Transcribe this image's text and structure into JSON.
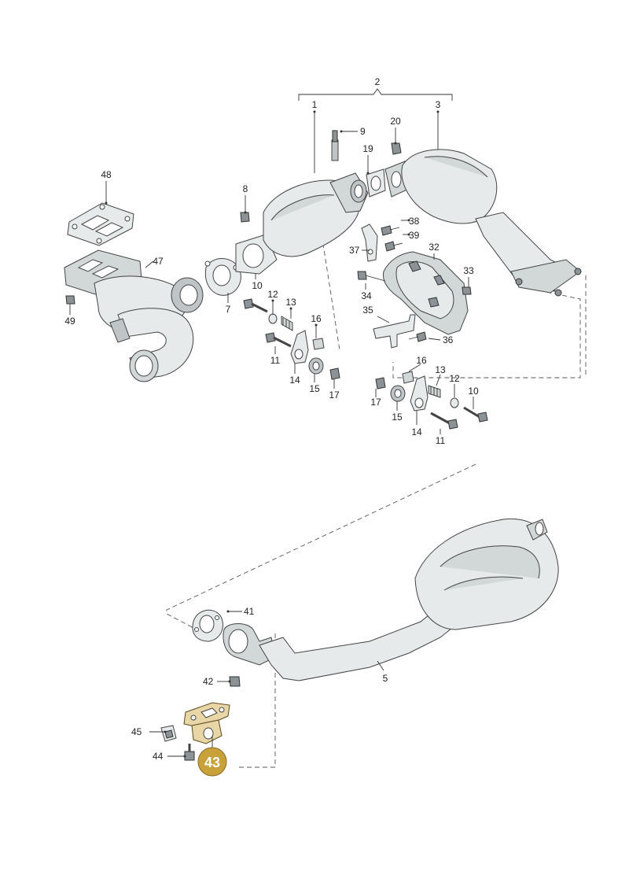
{
  "callouts": {
    "c1": "1",
    "c2": "2",
    "c3": "3",
    "c5": "5",
    "c7": "7",
    "c8": "8",
    "c9": "9",
    "c10a": "10",
    "c10b": "10",
    "c11a": "11",
    "c11b": "11",
    "c12a": "12",
    "c12b": "12",
    "c13a": "13",
    "c13b": "13",
    "c14a": "14",
    "c14b": "14",
    "c15a": "15",
    "c15b": "15",
    "c16a": "16",
    "c16b": "16",
    "c17a": "17",
    "c17b": "17",
    "c19": "19",
    "c20": "20",
    "c32": "32",
    "c33": "33",
    "c34": "34",
    "c35": "35",
    "c36": "36",
    "c37": "37",
    "c38": "38",
    "c39": "39",
    "c41": "41",
    "c42": "42",
    "c44": "44",
    "c45": "45",
    "c47": "47",
    "c48": "48",
    "c49": "49"
  },
  "highlight": {
    "label": "43",
    "color": "#c9a13a"
  }
}
